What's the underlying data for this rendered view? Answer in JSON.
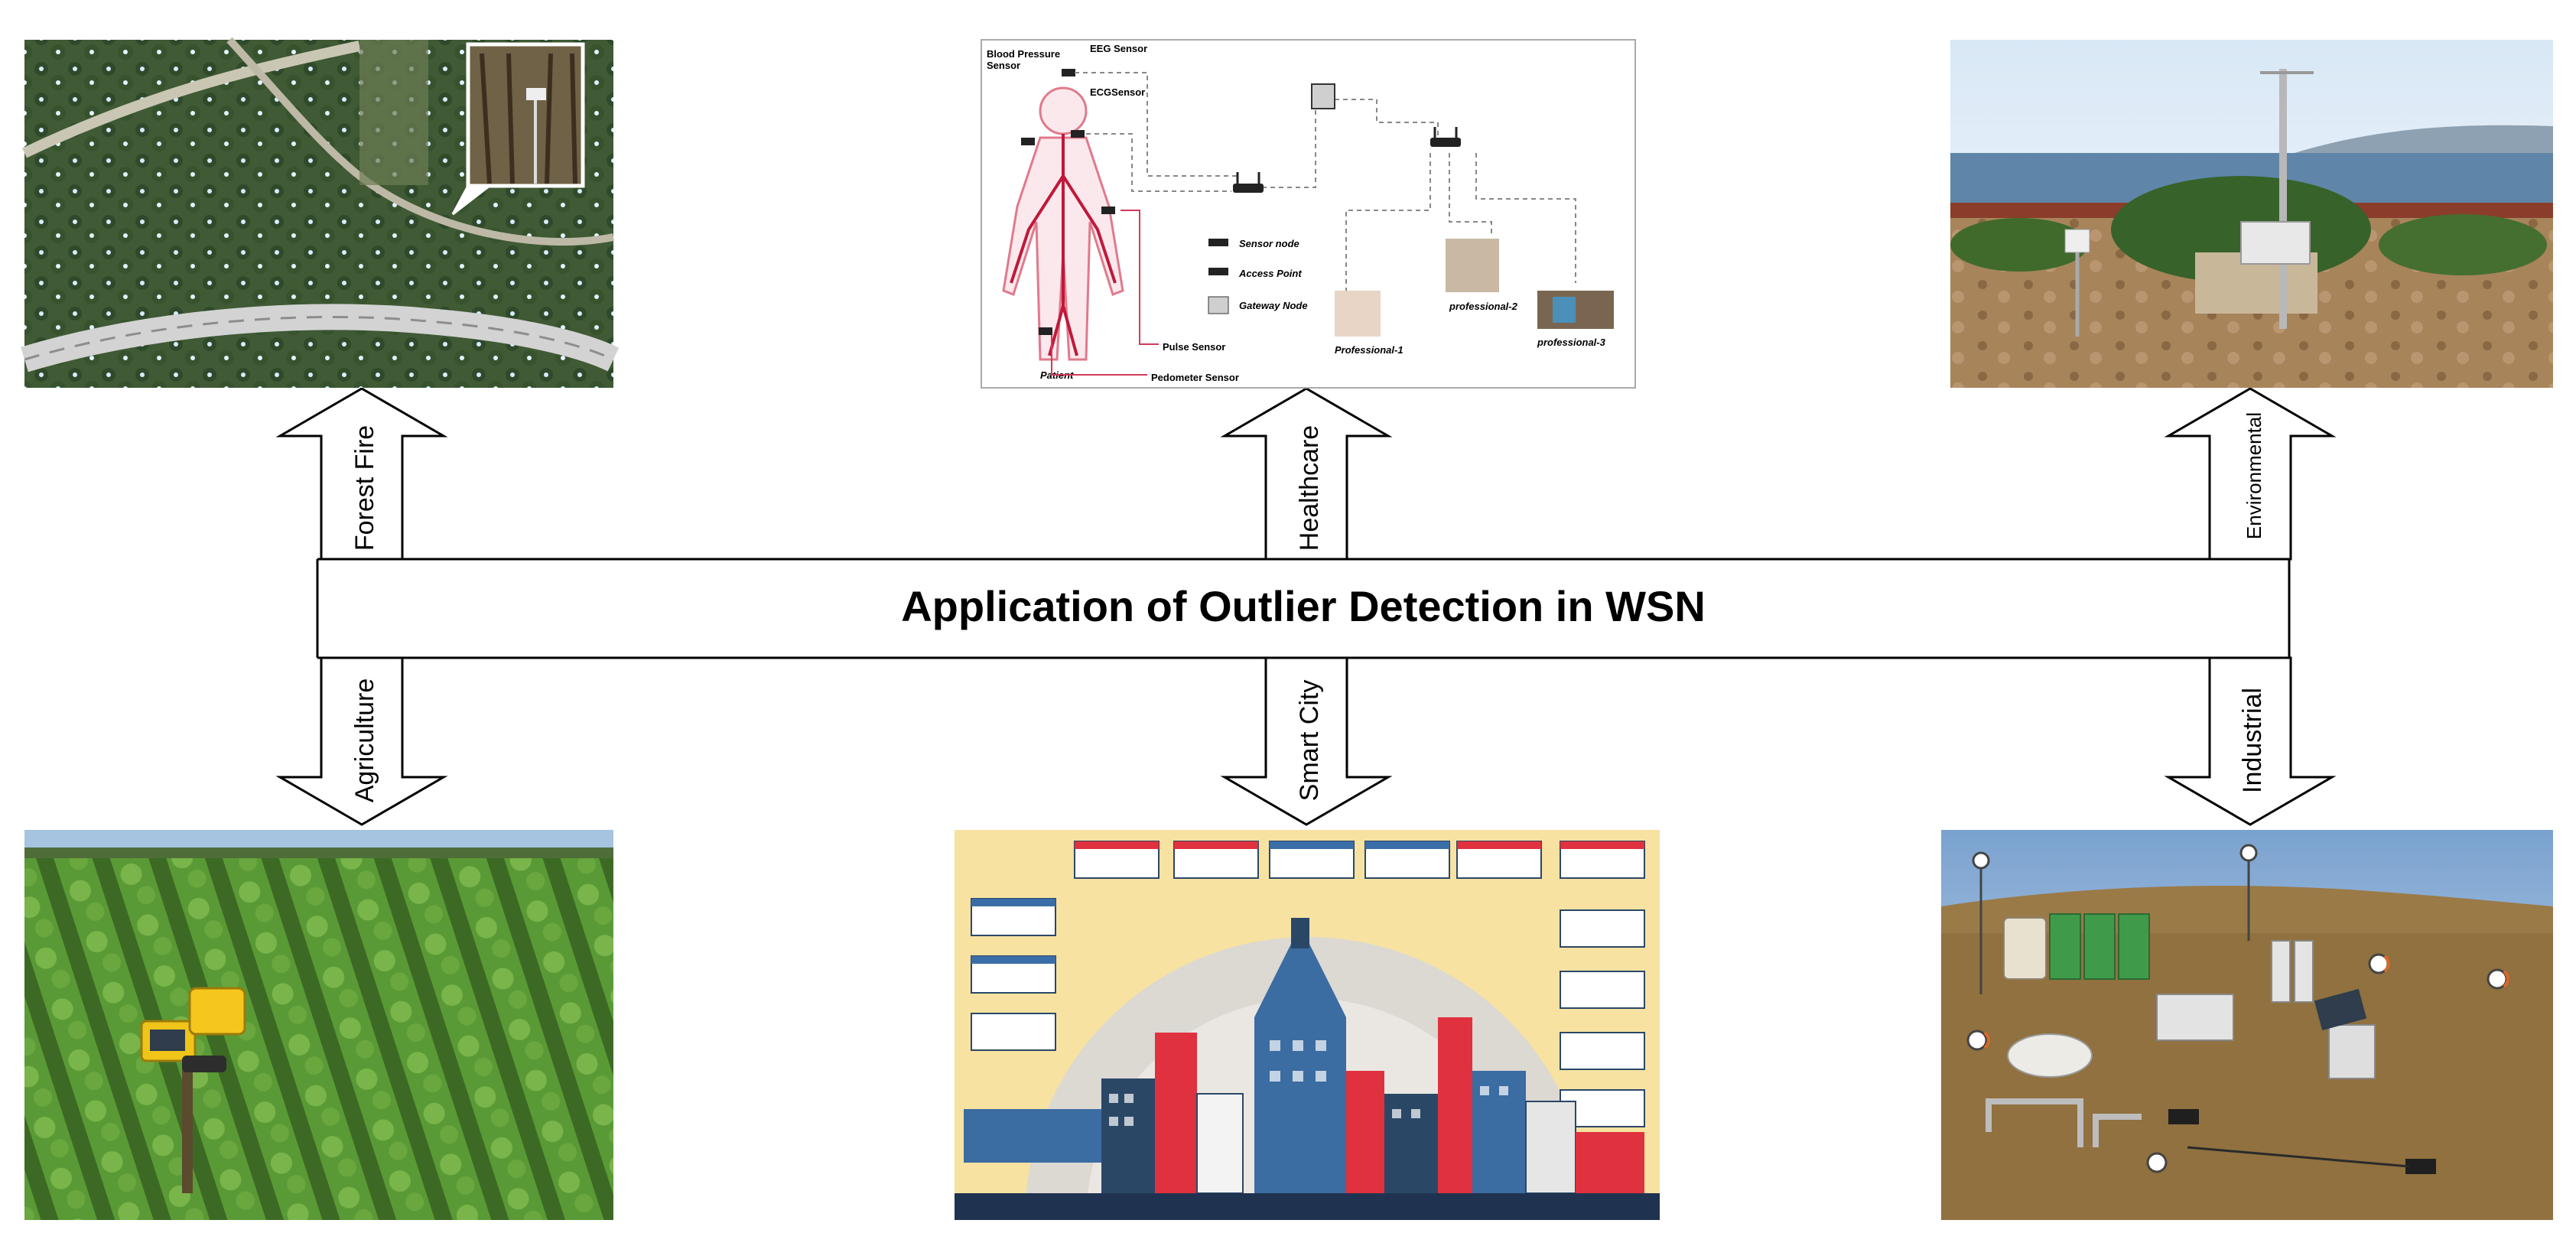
{
  "title": "Application of Outlier Detection in WSN",
  "arrows": {
    "forest_fire": "Forest Fire",
    "healthcare": "Healthcare",
    "environmental": "Environmental",
    "agriculture": "Agriculture",
    "smart_city": "Smart City",
    "industrial": "Industrial"
  },
  "healthcare_image": {
    "blood_pressure": "Blood Pressure",
    "sensor": "Sensor",
    "eeg": "EEG Sensor",
    "ecg": "ECGSensor",
    "sensor_node": "Sensor node",
    "access_point": "Access Point",
    "gateway_node": "Gateway Node",
    "pulse": "Pulse Sensor",
    "patient": "Patient",
    "pedometer": "Pedometer Sensor",
    "professional1": "Professional-1",
    "professional2": "professional-2",
    "professional3": "professional-3"
  },
  "colors": {
    "sky": "#b9d3ea",
    "sea": "#5f86a8",
    "dry_ground": "#9b7a54",
    "crop_green": "#4f8a2e",
    "forest_green": "#3f5a34",
    "smartcity_bg": "#f7e2a2",
    "artery_red": "#c0183a"
  }
}
